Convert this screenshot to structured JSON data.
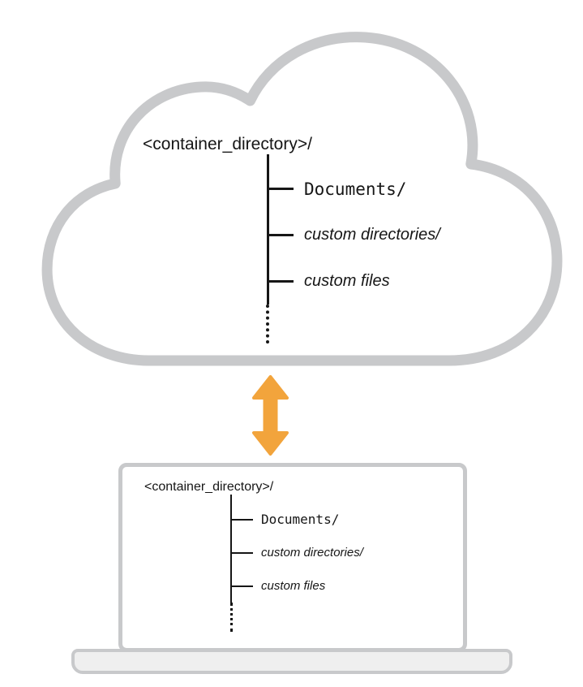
{
  "colors": {
    "outline_gray": "#c8c9cb",
    "screen_fill": "#ffffff",
    "base_fill": "#efefef",
    "arrow_orange": "#f2a43c",
    "tree_ink": "#161616"
  },
  "cloud": {
    "root_label": "<container_directory>/",
    "items": [
      {
        "label": "Documents/",
        "font": "monospace"
      },
      {
        "label": "custom directories/",
        "font": "italic"
      },
      {
        "label": "custom files",
        "font": "italic"
      }
    ]
  },
  "laptop": {
    "root_label": "<container_directory>/",
    "items": [
      {
        "label": "Documents/",
        "font": "monospace"
      },
      {
        "label": "custom directories/",
        "font": "italic"
      },
      {
        "label": "custom files",
        "font": "italic"
      }
    ]
  }
}
